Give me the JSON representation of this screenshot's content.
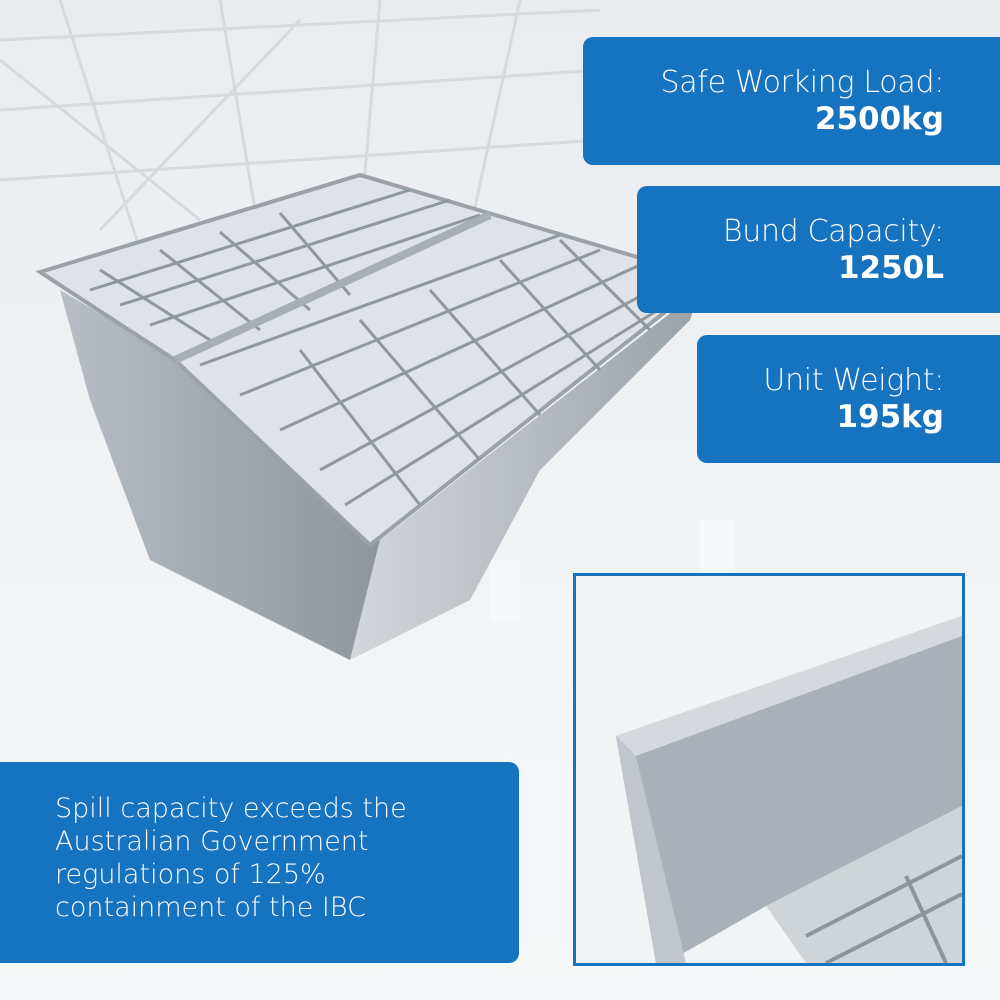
{
  "specs": [
    {
      "label": "Safe Working Load:",
      "value": "2500kg"
    },
    {
      "label": "Bund Capacity:",
      "value": "1250L"
    },
    {
      "label": "Unit Weight:",
      "value": "195kg"
    }
  ],
  "note": "Spill capacity exceeds the\nAustralian Government\nregulations of 125%\ncontainment of the IBC",
  "colors": {
    "brand": "#1673bf"
  }
}
